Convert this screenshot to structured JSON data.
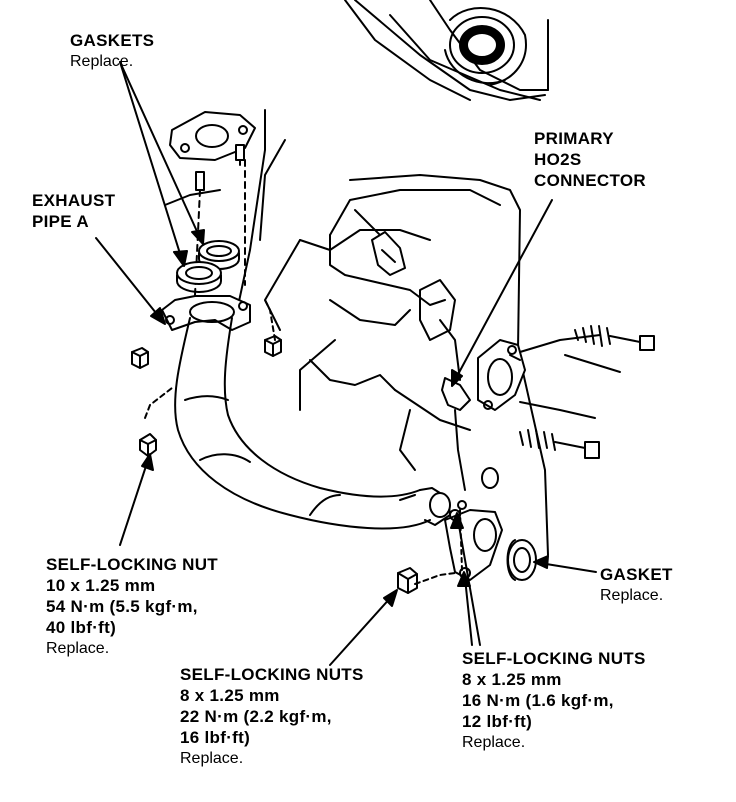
{
  "callouts": {
    "gaskets": {
      "name": "GASKETS",
      "note": "Replace."
    },
    "exhaust_pipe": {
      "line1": "EXHAUST",
      "line2": "PIPE A"
    },
    "primary_ho2s": {
      "line1": "PRIMARY",
      "line2": "HO2S",
      "line3": "CONNECTOR"
    },
    "gasket": {
      "name": "GASKET",
      "note": "Replace."
    },
    "self_locking_nut_10": {
      "name": "SELF-LOCKING NUT",
      "size": "10 x 1.25 mm",
      "torque1": "54 N·m (5.5 kgf·m,",
      "torque2": "40 lbf·ft)",
      "note": "Replace."
    },
    "self_locking_nuts_22": {
      "name": "SELF-LOCKING NUTS",
      "size": "8 x 1.25 mm",
      "torque1": "22 N·m (2.2 kgf·m,",
      "torque2": "16 lbf·ft)",
      "note": "Replace."
    },
    "self_locking_nuts_16": {
      "name": "SELF-LOCKING NUTS",
      "size": "8 x 1.25 mm",
      "torque1": "16 N·m (1.6 kgf·m,",
      "torque2": "12 lbf·ft)",
      "note": "Replace."
    }
  }
}
